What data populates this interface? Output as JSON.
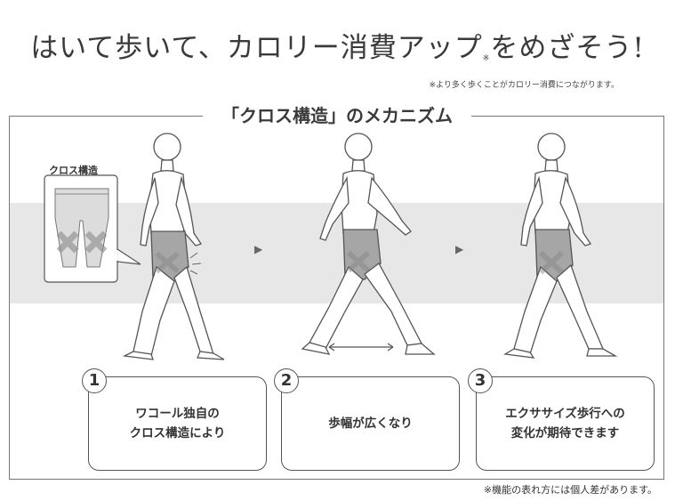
{
  "headline": {
    "text": "はいて歩いて、カロリー消費アップ",
    "mark": "※",
    "text_end": "をめざそう!"
  },
  "top_note": "※より多く歩くことがカロリー消費につながります。",
  "section_title": "「クロス構造」のメカニズム",
  "inset_label": "クロス構造",
  "arrow_glyph": "▶",
  "steps": [
    {
      "number": "1",
      "text": "ワコール独自の\nクロス構造により"
    },
    {
      "number": "2",
      "text": "歩幅が広くなり"
    },
    {
      "number": "3",
      "text": "エクササイズ歩行への\n変化が期待できます"
    }
  ],
  "bottom_note": "※機能の表れ方には個人差があります。",
  "colors": {
    "band": "#e7e7e7",
    "shorts": "#a6a6a6",
    "cross": "#9a9a9a",
    "outline": "#555555"
  }
}
